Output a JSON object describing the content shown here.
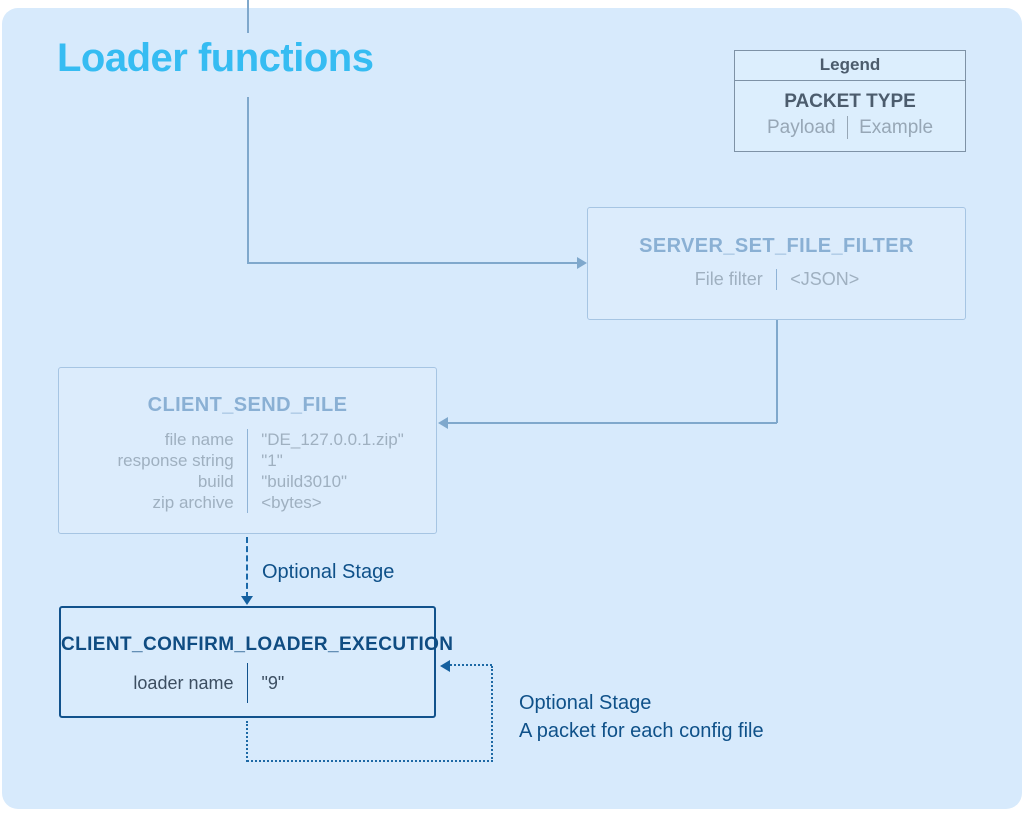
{
  "page": {
    "title": "Loader functions"
  },
  "colors": {
    "card_background": "#d7eafc",
    "title_accent": "#36bcf2",
    "faded_packet_border": "#a6c5e3",
    "faded_packet_title": "#8ab0d4",
    "faded_packet_text": "#9fb0c0",
    "steel_connector": "#7fa8cc",
    "dark_packet_border": "#11528c",
    "dark_packet_title": "#0f4c82",
    "dark_annotation": "#0f5189",
    "legend_border": "#7e92a6",
    "legend_text": "#4c5c6d",
    "legend_muted_text": "#97a7b6"
  },
  "legend": {
    "header": "Legend",
    "packet_type_label": "PACKET TYPE",
    "payload_label": "Payload",
    "example_label": "Example"
  },
  "packets": {
    "server_set_file_filter": {
      "title": "SERVER_SET_FILE_FILTER",
      "fields": [
        {
          "label": "File filter",
          "value": "<JSON>"
        }
      ]
    },
    "client_send_file": {
      "title": "CLIENT_SEND_FILE",
      "fields": [
        {
          "label": "file name",
          "value": "\"DE_127.0.0.1.zip\""
        },
        {
          "label": "response string",
          "value": "\"1\""
        },
        {
          "label": "build",
          "value": "\"build3010\""
        },
        {
          "label": "zip archive",
          "value": "<bytes>"
        }
      ]
    },
    "client_confirm_loader_execution": {
      "title": "CLIENT_CONFIRM_LOADER_EXECUTION",
      "fields": [
        {
          "label": "loader name",
          "value": "\"9\""
        }
      ]
    }
  },
  "annotations": {
    "optional_stage": "Optional Stage",
    "optional_stage_repeat_line1": "Optional Stage",
    "optional_stage_repeat_line2": "A packet for each config file"
  }
}
